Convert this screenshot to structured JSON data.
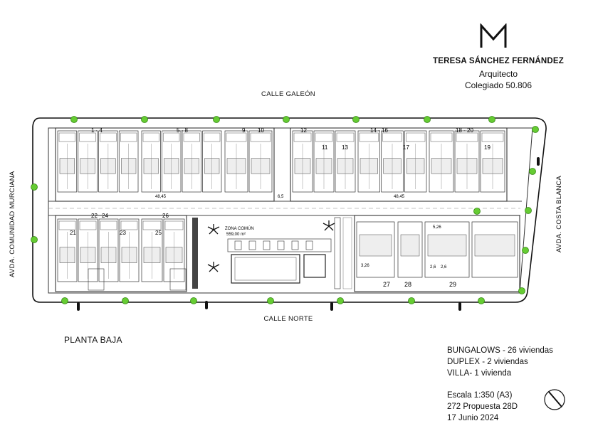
{
  "architect": {
    "logo": "M",
    "name": "TERESA SÁNCHEZ FERNÁNDEZ",
    "role": "Arquitecto",
    "registration": "Colegiado 50.806"
  },
  "streets": {
    "north": "CALLE GALEÓN",
    "south": "CALLE NORTE",
    "west": "AVDA. COMUNIDAD MURCIANA",
    "east": "AVDA. COSTA BLANCA"
  },
  "plan": {
    "floor_label": "PLANTA BAJA",
    "common_zone_title": "ZONA COMÚN",
    "common_zone_area": "559,00 m²",
    "dimensions": [
      "48,45",
      "48,45",
      "6,5",
      "5,26",
      "3,26",
      "2,6",
      "2,6"
    ],
    "units_top": [
      "1 - 4",
      "5 - 8",
      "9",
      "10",
      "11",
      "12",
      "13",
      "14 - 16",
      "17",
      "18 - 20",
      "19"
    ],
    "units_bottom": [
      "21",
      "22",
      "24",
      "23",
      "25",
      "26",
      "27",
      "28",
      "29"
    ]
  },
  "legend": {
    "bungalows": "BUNGALOWS  - 26 viviendas",
    "duplex": "DUPLEX - 2 viviendas",
    "villa": "VILLA- 1 vivienda"
  },
  "info": {
    "scale": "Escala 1:350 (A3)",
    "proposal": "272 Propuesta 28D",
    "date": "17 Junio 2024"
  }
}
